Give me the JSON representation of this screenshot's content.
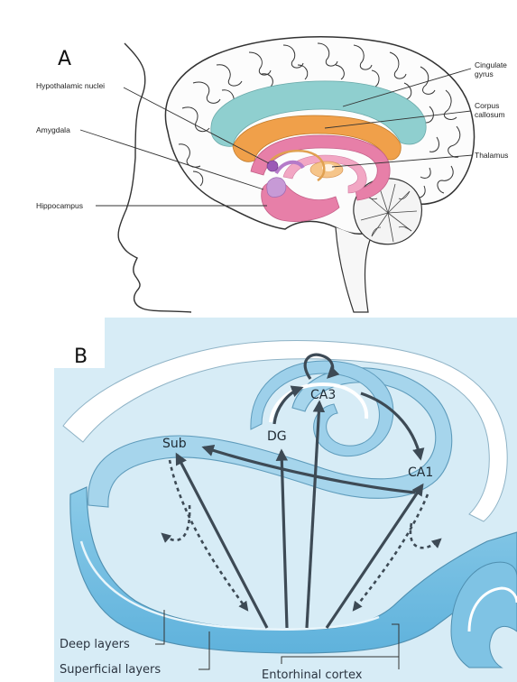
{
  "panel_a": {
    "letter": "A",
    "labels": {
      "hypothalamic_nuclei": "Hypothalamic nuclei",
      "amygdala": "Amygdala",
      "hippocampus": "Hippocampus",
      "cingulate_line1": "Cingulate",
      "cingulate_line2": "gyrus",
      "corpus_line1": "Corpus",
      "corpus_line2": "callosum",
      "thalamus": "Thalamus"
    }
  },
  "panel_b": {
    "letter": "B",
    "labels": {
      "ca3": "CA3",
      "dg": "DG",
      "sub": "Sub",
      "ca1": "CA1",
      "deep_layers": "Deep layers",
      "superficial_layers": "Superficial layers",
      "entorhinal_cortex": "Entorhinal cortex"
    }
  },
  "colors": {
    "cingulate": "#8fcfcf",
    "corpus": "#f0a04a",
    "limbic_pink": "#e77fa8",
    "hypothalamus": "#9b59b6",
    "panel_b_bg": "#d7ecf6",
    "hippocampal_blue": "#6bbadf",
    "arrow": "#3d4a55"
  }
}
